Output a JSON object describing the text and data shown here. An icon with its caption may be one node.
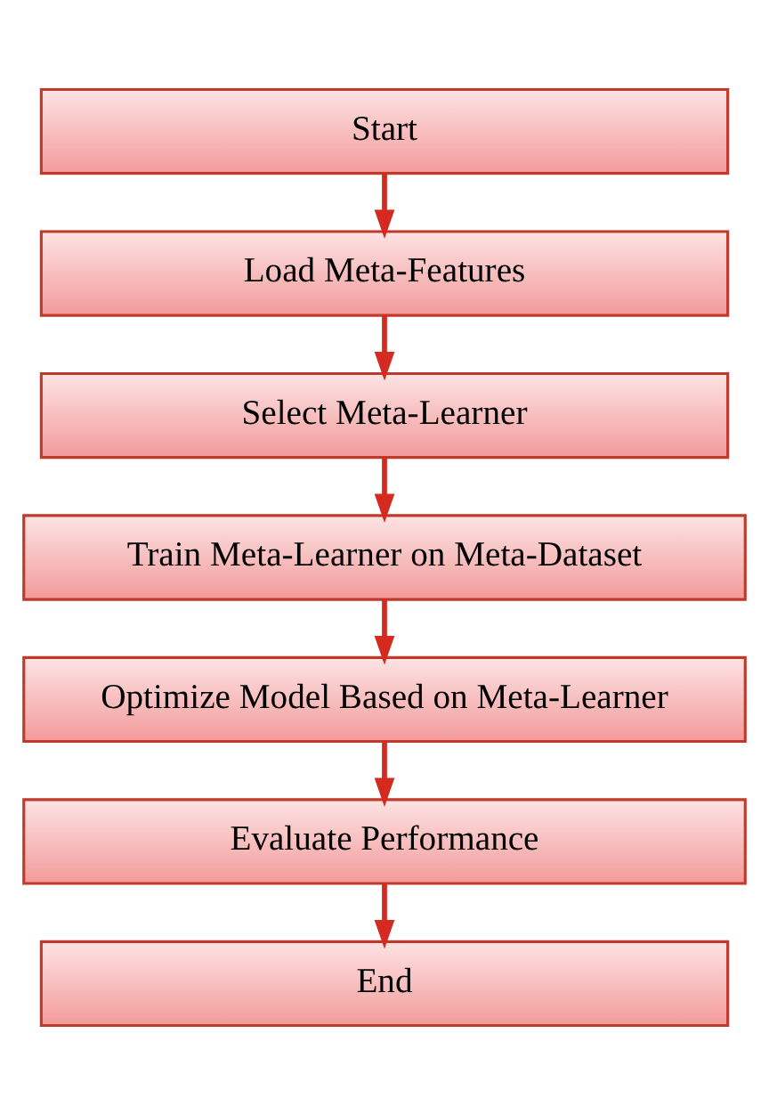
{
  "diagram": {
    "nodes": [
      {
        "text": [
          "Start"
        ]
      },
      {
        "text": [
          "Load Meta-Features"
        ]
      },
      {
        "text": [
          "Select Meta-Learner"
        ]
      },
      {
        "text": [
          "Train Meta-Learner on Meta-Dataset"
        ]
      },
      {
        "text": [
          "Optimize Model Based on Meta-Learner"
        ]
      },
      {
        "text": [
          "Evaluate Performance"
        ]
      },
      {
        "text": [
          "End"
        ]
      }
    ],
    "edges": [
      {
        "from": 0,
        "to": 1,
        "arrow": "to"
      },
      {
        "from": 1,
        "to": 2,
        "arrow": "to"
      },
      {
        "from": 2,
        "to": 3,
        "arrow": "to"
      },
      {
        "from": 3,
        "to": 4,
        "arrow": "to"
      },
      {
        "from": 4,
        "to": 5,
        "arrow": "to"
      },
      {
        "from": 5,
        "to": 6,
        "arrow": "to"
      }
    ]
  }
}
